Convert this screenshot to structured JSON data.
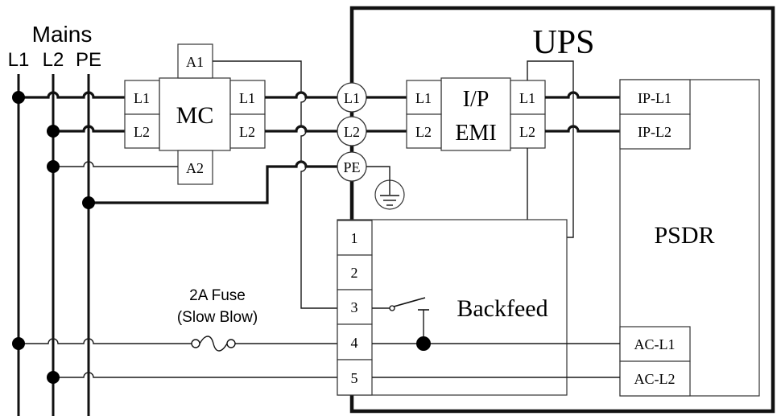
{
  "mains": {
    "title": "Mains",
    "phases": [
      "L1",
      "L2",
      "PE"
    ]
  },
  "mc": {
    "label": "MC",
    "in": [
      "L1",
      "L2"
    ],
    "out": [
      "L1",
      "L2"
    ],
    "aux": [
      "A1",
      "A2"
    ]
  },
  "ups": {
    "title": "UPS",
    "terminals": [
      "L1",
      "L2",
      "PE"
    ],
    "emi": {
      "line1": "I/P",
      "line2": "EMI",
      "in": [
        "L1",
        "L2"
      ],
      "out": [
        "L1",
        "L2"
      ]
    },
    "psdr": {
      "label": "PSDR",
      "inputs": [
        "IP-L1",
        "IP-L2"
      ],
      "outputs": [
        "AC-L1",
        "AC-L2"
      ]
    },
    "backfeed": {
      "label": "Backfeed",
      "pins": [
        "1",
        "2",
        "3",
        "4",
        "5"
      ]
    }
  },
  "fuse": {
    "line1": "2A Fuse",
    "line2": "(Slow Blow)"
  },
  "colors": {
    "wire": "#111111",
    "box": "#333333",
    "background": "#ffffff"
  }
}
